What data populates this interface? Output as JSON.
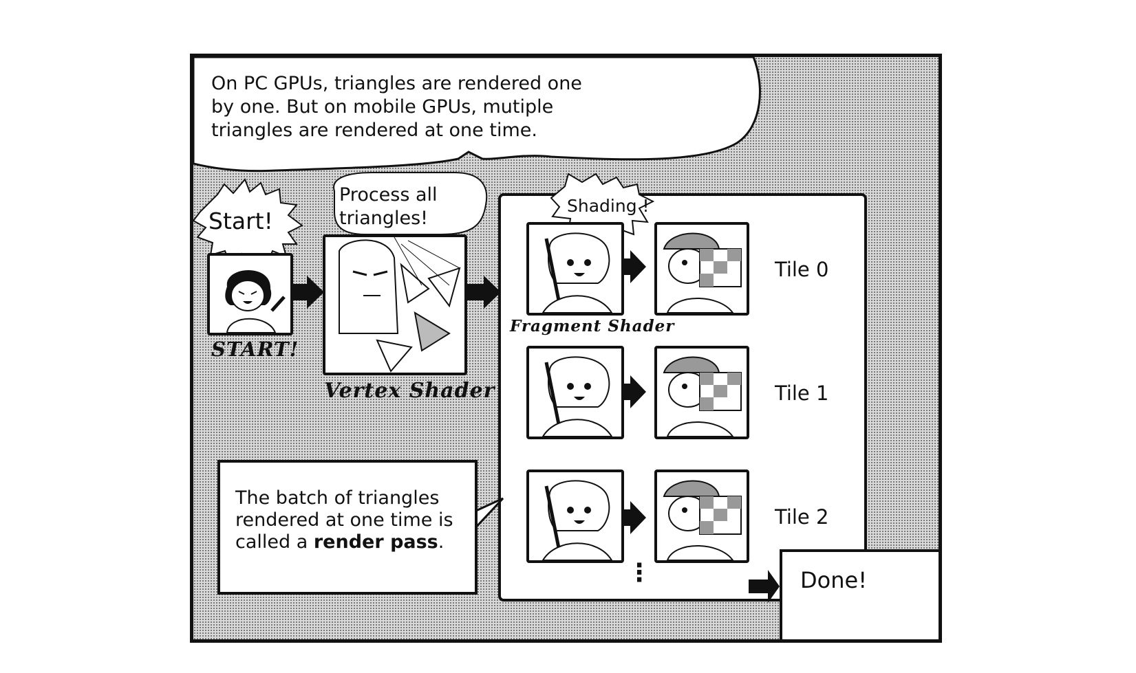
{
  "intro_caption": {
    "line1": "On PC GPUs, triangles are rendered one",
    "line2": "by one. But on mobile GPUs, mutiple",
    "line3": "triangles are rendered at one time."
  },
  "start_bubble": "Start!",
  "start_label": "START!",
  "vertex_bubble": {
    "line1": "Process all",
    "line2": "triangles!"
  },
  "vertex_label": "Vertex Shader",
  "shading_bubble": "Shading !",
  "fragment_label": "Fragment Shader",
  "tiles": [
    {
      "label": "Tile 0"
    },
    {
      "label": "Tile 1"
    },
    {
      "label": "Tile 2"
    }
  ],
  "ellipsis": "⋮",
  "render_pass_note": {
    "line1": "The batch of triangles",
    "line2": "rendered at one time is",
    "line3_prefix": "called a ",
    "line3_bold": "render pass",
    "line3_suffix": "."
  },
  "done_label": "Done!"
}
